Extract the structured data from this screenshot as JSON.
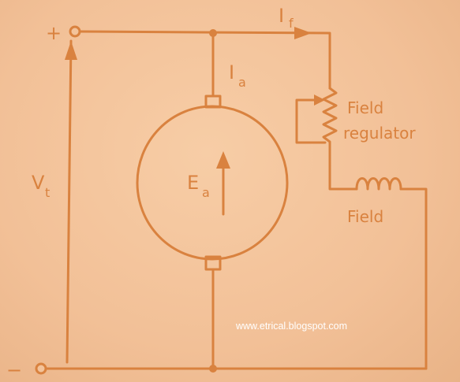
{
  "labels": {
    "plus": "+",
    "minus": "−",
    "if_main": "I",
    "if_sub": "f",
    "ia_main": "I",
    "ia_sub": "a",
    "ea_main": "E",
    "ea_sub": "a",
    "vt_main": "V",
    "vt_sub": "t",
    "field_regulator_line1": "Field",
    "field_regulator_line2": "regulator",
    "field": "Field"
  },
  "watermark": "www.etrical.blogspot.com",
  "colors": {
    "ink": "#d9823f",
    "paper": "#f3c39a",
    "watermark": "#ffffff"
  }
}
